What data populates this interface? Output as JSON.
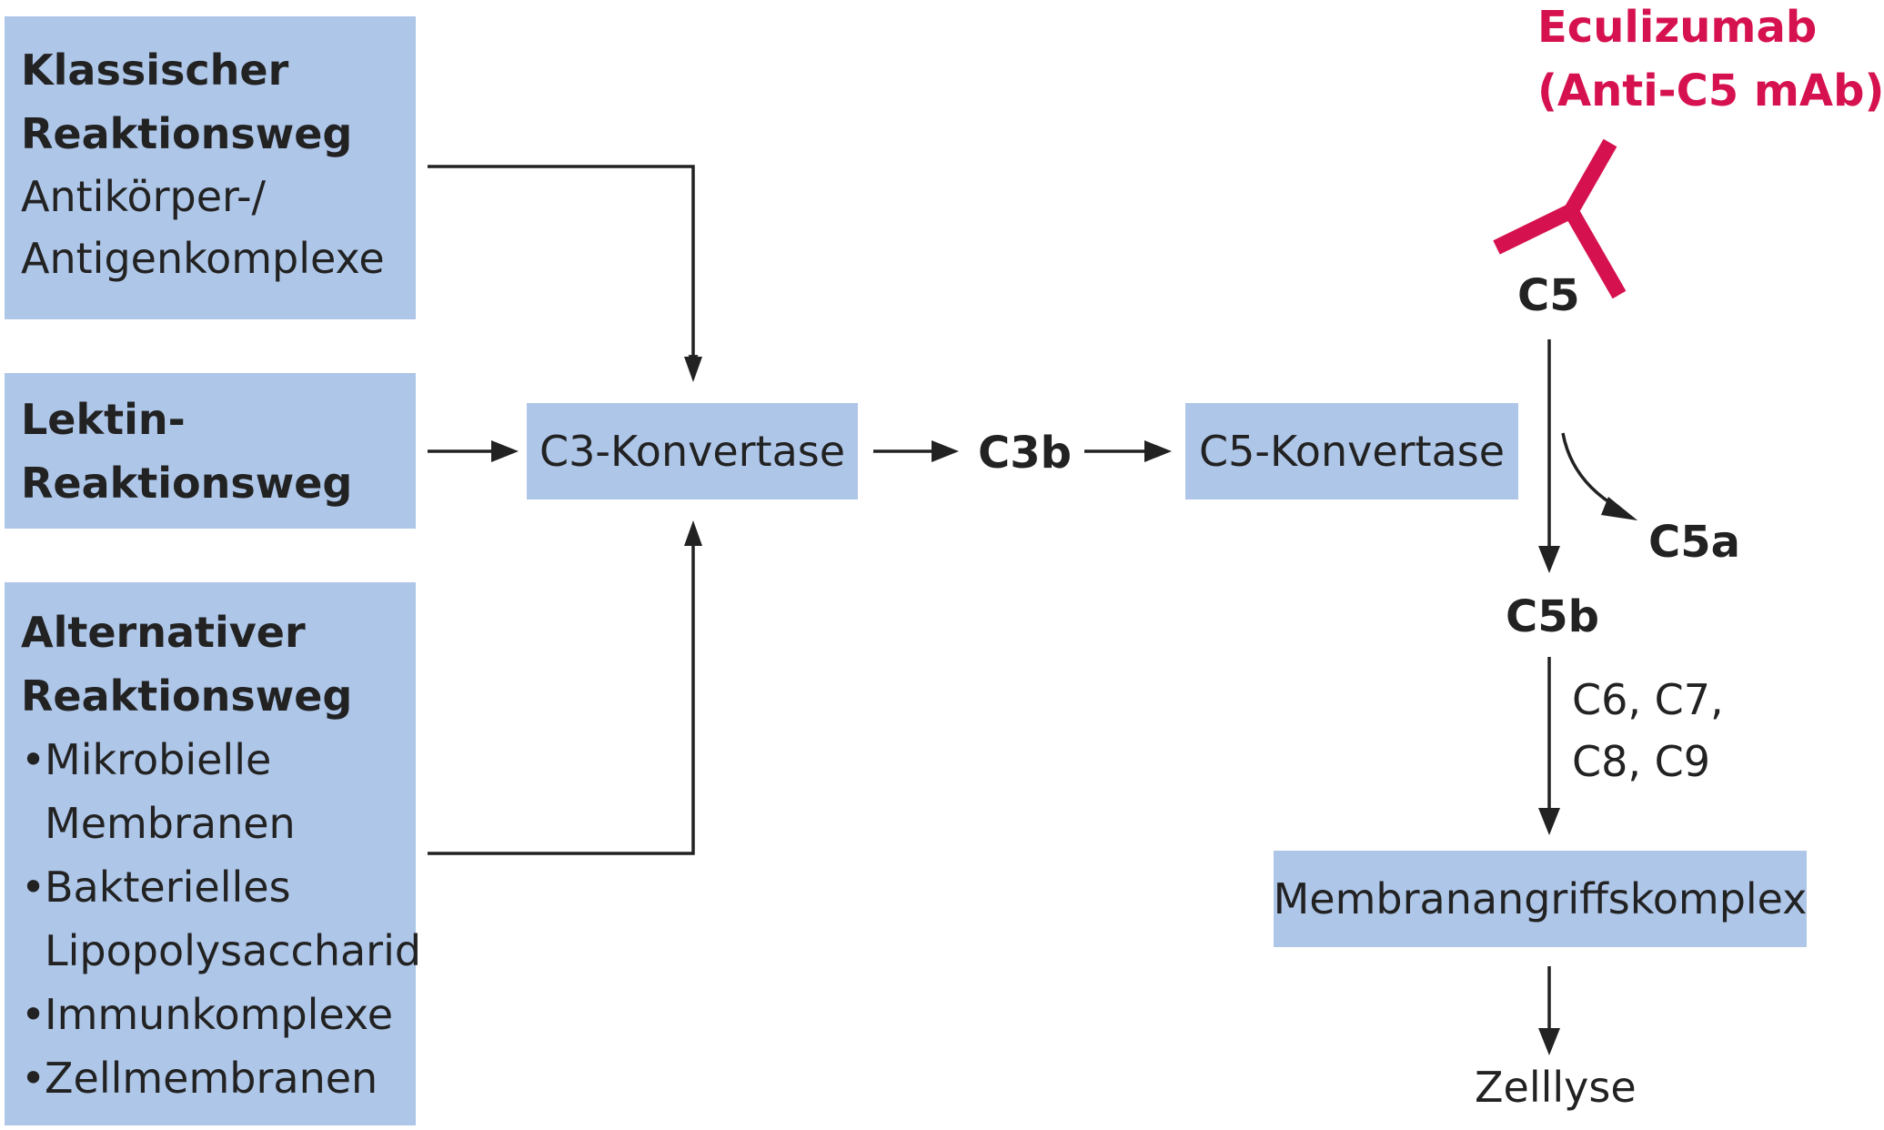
{
  "pathways": {
    "classical": {
      "title_line1": "Klassischer",
      "title_line2": "Reaktionsweg",
      "detail_line1": "Antikörper-/",
      "detail_line2": "Antigenkomplexe"
    },
    "lectin": {
      "title_line1": "Lektin-",
      "title_line2": "Reaktionsweg"
    },
    "alternative": {
      "title_line1": "Alternativer",
      "title_line2": "Reaktionsweg",
      "bullets": [
        {
          "line1": "Mikrobielle",
          "line2": "Membranen"
        },
        {
          "line1": "Bakterielles",
          "line2": "Lipopolysaccharid"
        },
        {
          "line1": "Immunkomplexe"
        },
        {
          "line1": "Zellmembranen"
        }
      ]
    }
  },
  "nodes": {
    "c3_convertase": "C3-Konvertase",
    "c3b": "C3b",
    "c5_convertase": "C5-Konvertase",
    "c5": "C5",
    "c5a": "C5a",
    "c5b": "C5b",
    "c6_c9_line1": "C6, C7,",
    "c6_c9_line2": "C8, C9",
    "mac": "Membranangriffskomplex",
    "cell_lysis": "Zelllyse"
  },
  "drug": {
    "name": "Eculizumab",
    "description": "(Anti-C5 mAb)",
    "icon": "antibody-icon"
  },
  "colors": {
    "box_fill": "#aec6e8",
    "drug_accent": "#d6114f",
    "arrow": "#222222"
  }
}
